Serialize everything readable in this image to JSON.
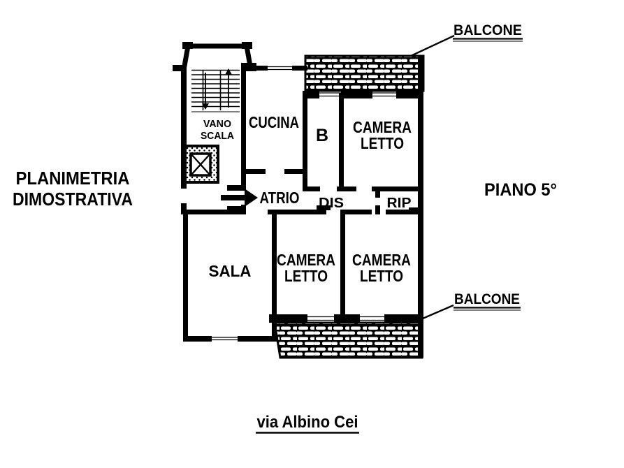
{
  "document": {
    "type_label_lines": [
      "PLANIMETRIA",
      "DIMOSTRATIVA"
    ],
    "floor_label": "PIANO 5°",
    "street_label": "via Albino Cei"
  },
  "callouts": {
    "balcony_top": "BALCONE",
    "balcony_bottom": "BALCONE"
  },
  "rooms": {
    "stairwell_lines": [
      "VANO",
      "SCALA"
    ],
    "kitchen": "CUCINA",
    "bathroom": "B",
    "bedroom_top": [
      "CAMERA",
      "LETTO"
    ],
    "hall": "ATRIO",
    "hallway": "DIS",
    "storage": "RIP",
    "living": "SALA",
    "bedroom_mid": [
      "CAMERA",
      "LETTO"
    ],
    "bedroom_right": [
      "CAMERA",
      "LETTO"
    ]
  },
  "colors": {
    "ink": "#000000",
    "paper": "#ffffff"
  }
}
